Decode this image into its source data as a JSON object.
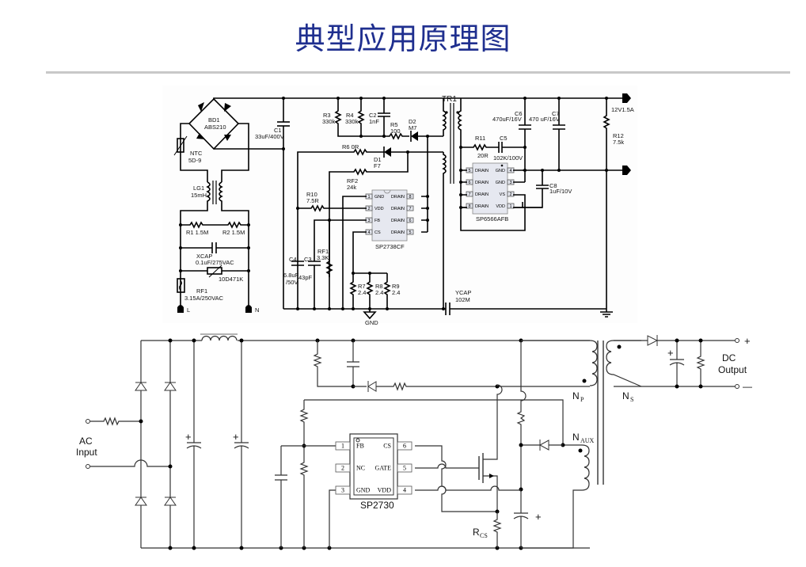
{
  "page": {
    "title": "典型应用原理图"
  },
  "top_schematic": {
    "labels": {
      "bd1": "BD1",
      "bd1_part": "ABS210",
      "ntc": "NTC",
      "ntc_val": "5D-9",
      "c1": "C1",
      "c1_val": "33uF/400V",
      "lg1": "LG1",
      "lg1_val": "15mH",
      "r1": "R1 1.5M",
      "r2": "R2 1.5M",
      "xcap": "XCAP",
      "xcap_val": "0.1uF/275VAC",
      "varistor": "10D471K",
      "rf1_fuse": "RF1",
      "rf1_fuse_val": "3.15A/250VAC",
      "term_l": "L",
      "term_n": "N",
      "r3": "R3",
      "r3_val": "330k",
      "r4": "R4",
      "r4_val": "330k",
      "c2": "C2",
      "c2_val": "1nF",
      "r5": "R5",
      "r5_val": "100",
      "d2": "D2",
      "d2_val": "M7",
      "tr1": "TR1",
      "r6": "R6  0R",
      "d1": "D1",
      "d1_val": "F7",
      "rf2": "RF2",
      "rf2_val": "24k",
      "r10": "R10",
      "r10_val": "7.5R",
      "rf1": "RF1",
      "rf1_val": "3.3K",
      "c4": "C4",
      "c4_val1": "6.8uF",
      "c4_val2": "/50V",
      "c3": "C3",
      "c3_val": "43pF",
      "r7": "R7",
      "r7_val": "2.4",
      "r8": "R8",
      "r8_val": "2.4",
      "r9": "R9",
      "r9_val": "2.4",
      "gnd": "GND",
      "ycap": "YCAP",
      "ycap_val": "102M",
      "c6": "C6",
      "c6_val": "470uF/16V",
      "c7": "C7",
      "c7_val": "470 uF/16V",
      "r11": "R11",
      "r11_val": "20R",
      "c5": "C5",
      "c5_val": "102K/100V",
      "c8": "C8",
      "c8_val": "1uF/10V",
      "r12": "R12",
      "r12_val": "7.5k",
      "out": "12V1.5A"
    },
    "ic1": {
      "name": "SP2738CF",
      "left_pins": [
        {
          "num": "1",
          "label": "GND"
        },
        {
          "num": "2",
          "label": "VDD"
        },
        {
          "num": "3",
          "label": "FB"
        },
        {
          "num": "4",
          "label": "CS"
        }
      ],
      "right_pins": [
        {
          "num": "8",
          "label": "DRAIN"
        },
        {
          "num": "7",
          "label": "DRAIN"
        },
        {
          "num": "6",
          "label": "DRAIN"
        },
        {
          "num": "5",
          "label": "DRAIN"
        }
      ]
    },
    "ic2": {
      "name": "SP6566AFB",
      "left_pins": [
        {
          "num": "5",
          "label": "DRAIN"
        },
        {
          "num": "6",
          "label": "DRAIN"
        },
        {
          "num": "7",
          "label": "DRAIN"
        },
        {
          "num": "8",
          "label": "DRAIN"
        }
      ],
      "right_pins": [
        {
          "num": "4",
          "label": "GND"
        },
        {
          "num": "3",
          "label": "GND"
        },
        {
          "num": "2",
          "label": "VS"
        },
        {
          "num": "1",
          "label": "VDD"
        }
      ]
    }
  },
  "bottom_schematic": {
    "labels": {
      "ac_input1": "AC",
      "ac_input2": "Input",
      "np": "N",
      "np_sub": "P",
      "ns": "N",
      "ns_sub": "S",
      "naux": "N",
      "naux_sub": "AUX",
      "rcs": "R",
      "rcs_sub": "CS",
      "dc_out1": "DC",
      "dc_out2": "Output",
      "plus": "+",
      "minus": "—",
      "cap_plus": "+"
    },
    "ic": {
      "name": "SP2730",
      "left_pins": [
        {
          "num": "1",
          "label": "FB"
        },
        {
          "num": "2",
          "label": "NC"
        },
        {
          "num": "3",
          "label": "GND"
        }
      ],
      "right_pins": [
        {
          "num": "6",
          "label": "CS"
        },
        {
          "num": "5",
          "label": "GATE"
        },
        {
          "num": "4",
          "label": "VDD"
        }
      ]
    }
  }
}
